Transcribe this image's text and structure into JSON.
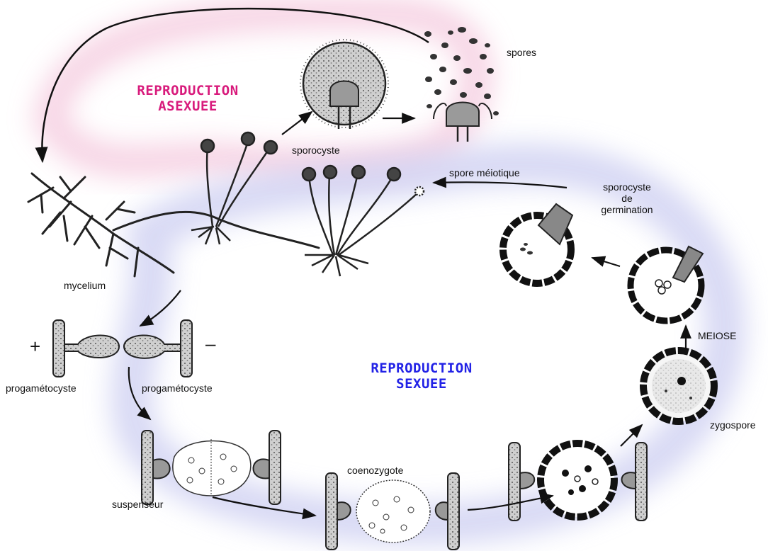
{
  "titles": {
    "asexual_line1": "REPRODUCTION",
    "asexual_line2": "ASEXUEE",
    "sexual_line1": "REPRODUCTION",
    "sexual_line2": "SEXUEE"
  },
  "labels": {
    "spores": "spores",
    "sporocyste": "sporocyste",
    "spore_meiotique": "spore méiotique",
    "sporocyste_germination_1": "sporocyste",
    "sporocyste_germination_2": "de",
    "sporocyste_germination_3": "germination",
    "mycelium": "mycelium",
    "progametocyste_plus": "progamétocyste",
    "progametocyste_minus": "progamétocyste",
    "plus_sign": "+",
    "minus_sign": "–",
    "suspenseur": "suspenseur",
    "coenozygote": "coenozygote",
    "zygospore": "zygospore",
    "meiose": "MEIOSE"
  },
  "colors": {
    "asexual_title": "#d81b7c",
    "sexual_title": "#2222e6",
    "asexual_halo": "#f4c6dc",
    "sexual_halo": "#cfd0f2",
    "ink": "#111111"
  }
}
